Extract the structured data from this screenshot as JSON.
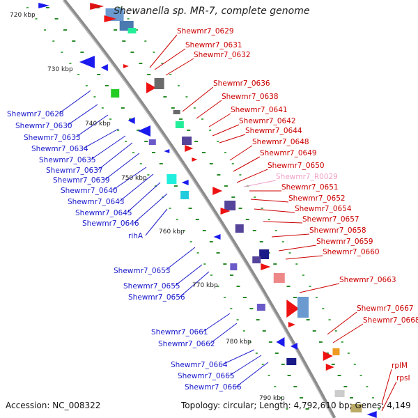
{
  "title": "Shewanella sp. MR-7, complete genome",
  "footer": {
    "accession": "Accession: NC_008322",
    "summary": "Topology: circular; Length: 4,792,610 bp; Genes: 4,149"
  },
  "colors": {
    "forward_labels": "#cc0000",
    "reverse_labels": "#1a1acc",
    "rna_label": "#f0a0c8",
    "backbone": "#8c8c8c",
    "ticks": "#2a8a2a"
  },
  "kbp_ticks": [
    "720 kbp",
    "730 kbp",
    "740 kbp",
    "750 kbp",
    "760 kbp",
    "770 kbp",
    "780 kbp",
    "790 kbp"
  ],
  "right_labels": [
    "Shewmr7_0629",
    "Shewmr7_0631",
    "Shewmr7_0632",
    "Shewmr7_0636",
    "Shewmr7_0638",
    "Shewmr7_0641",
    "Shewmr7_0642",
    "Shewmr7_0644",
    "Shewmr7_0648",
    "Shewmr7_0649",
    "Shewmr7_0650",
    "Shewmr7_R0029",
    "Shewmr7_0651",
    "Shewmr7_0652",
    "Shewmr7_0654",
    "Shewmr7_0657",
    "Shewmr7_0658",
    "Shewmr7_0659",
    "Shewmr7_0660",
    "Shewmr7_0663",
    "Shewmr7_0667",
    "Shewmr7_0668",
    "rplM",
    "rpsI"
  ],
  "left_labels": [
    "Shewmr7_0628",
    "Shewmr7_0630",
    "Shewmr7_0633",
    "Shewmr7_0634",
    "Shewmr7_0635",
    "Shewmr7_0637",
    "Shewmr7_0639",
    "Shewmr7_0640",
    "Shewmr7_0643",
    "Shewmr7_0645",
    "Shewmr7_0646",
    "rihA",
    "Shewmr7_0653",
    "Shewmr7_0655",
    "Shewmr7_0656",
    "Shewmr7_0661",
    "Shewmr7_0662",
    "Shewmr7_0664",
    "Shewmr7_0665",
    "Shewmr7_0666"
  ]
}
